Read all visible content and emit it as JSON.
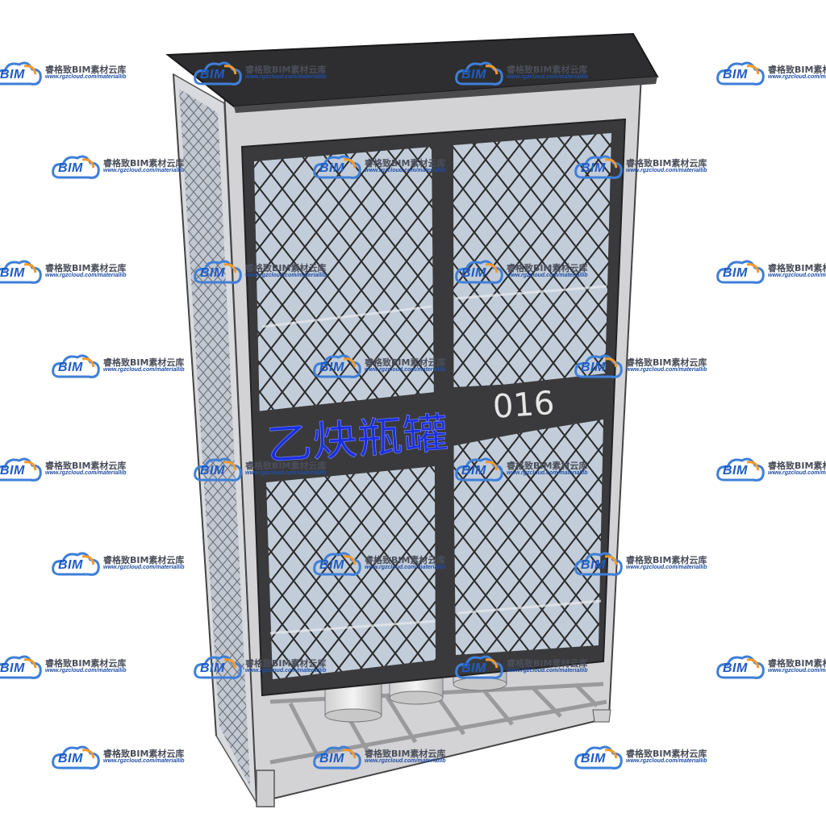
{
  "cabinet": {
    "label_text": "乙炔瓶罐",
    "number_text": "016",
    "colors": {
      "frame": "#3a3a3c",
      "roof": "#2e2e30",
      "body": "#d4d4d6",
      "glass": "#b9c7d6",
      "mesh": "#2b2b2b",
      "label": "#1a2ee0",
      "number": "#e6e6e6"
    }
  },
  "watermark": {
    "logo_text": "BIM",
    "title": "睿格致BIM素材云库",
    "url": "www.rgzcloud.com/materiallib"
  }
}
